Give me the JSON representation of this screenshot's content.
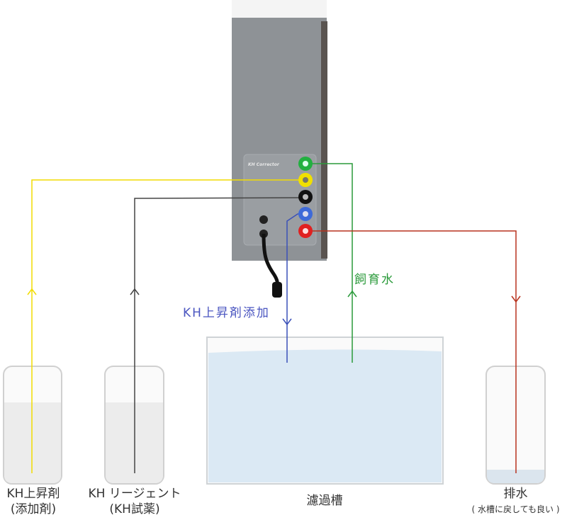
{
  "device": {
    "label": "KH Corrector"
  },
  "flow_labels": {
    "tank_water": "飼育水",
    "supplement_add": "KH上昇剤添加"
  },
  "containers": {
    "supplement": {
      "line1": "KH上昇剤",
      "line2": "(添加剤)"
    },
    "reagent": {
      "line1": "KH リージェント",
      "line2": "(KH試薬)"
    },
    "sump": {
      "line1": "濾過槽"
    },
    "drain": {
      "line1": "排水",
      "line2": "( 水槽に戻しても良い )"
    }
  },
  "colors": {
    "yellow": "#f2dc00",
    "black": "#444444",
    "blue": "#3a50b8",
    "green": "#2a9a3a",
    "red": "#b8321e",
    "water": "#dbe9f4",
    "device": "#8e9296"
  }
}
